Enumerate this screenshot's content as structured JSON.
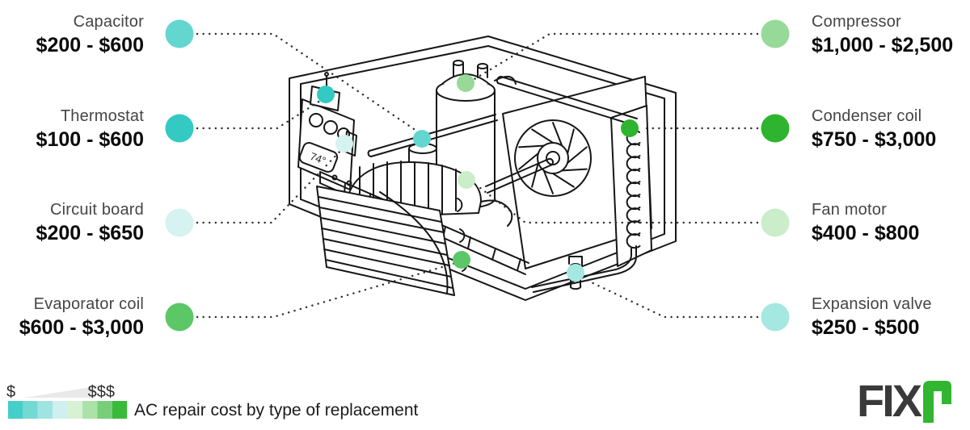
{
  "caption": "AC repair cost by type of replacement",
  "legend": {
    "low_label": "$",
    "high_label": "$$$",
    "wedge_color": "#e9e9e9",
    "scale_colors": [
      "#44cfc9",
      "#74d9d3",
      "#9fe4e0",
      "#cff0ee",
      "#d7f2d3",
      "#abe2a8",
      "#77ce78",
      "#3aba3a"
    ]
  },
  "unit": {
    "display_temp": "74°"
  },
  "parts_left": [
    {
      "label": "Capacitor",
      "price": "$200 - $600",
      "color": "#63d6cf"
    },
    {
      "label": "Thermostat",
      "price": "$100 - $600",
      "color": "#35c9c3"
    },
    {
      "label": "Circuit board",
      "price": "$200 - $650",
      "color": "#d6f2f1"
    },
    {
      "label": "Evaporator coil",
      "price": "$600 - $3,000",
      "color": "#5cc767"
    }
  ],
  "parts_right": [
    {
      "label": "Compressor",
      "price": "$1,000 - $2,500",
      "color": "#97d998"
    },
    {
      "label": "Condenser coil",
      "price": "$750 - $3,000",
      "color": "#2eb42e"
    },
    {
      "label": "Fan motor",
      "price": "$400 - $800",
      "color": "#cbedca"
    },
    {
      "label": "Expansion valve",
      "price": "$250 - $500",
      "color": "#a5e7e1"
    }
  ],
  "logo": {
    "text": "FIX",
    "accent_color": "#30b630"
  }
}
